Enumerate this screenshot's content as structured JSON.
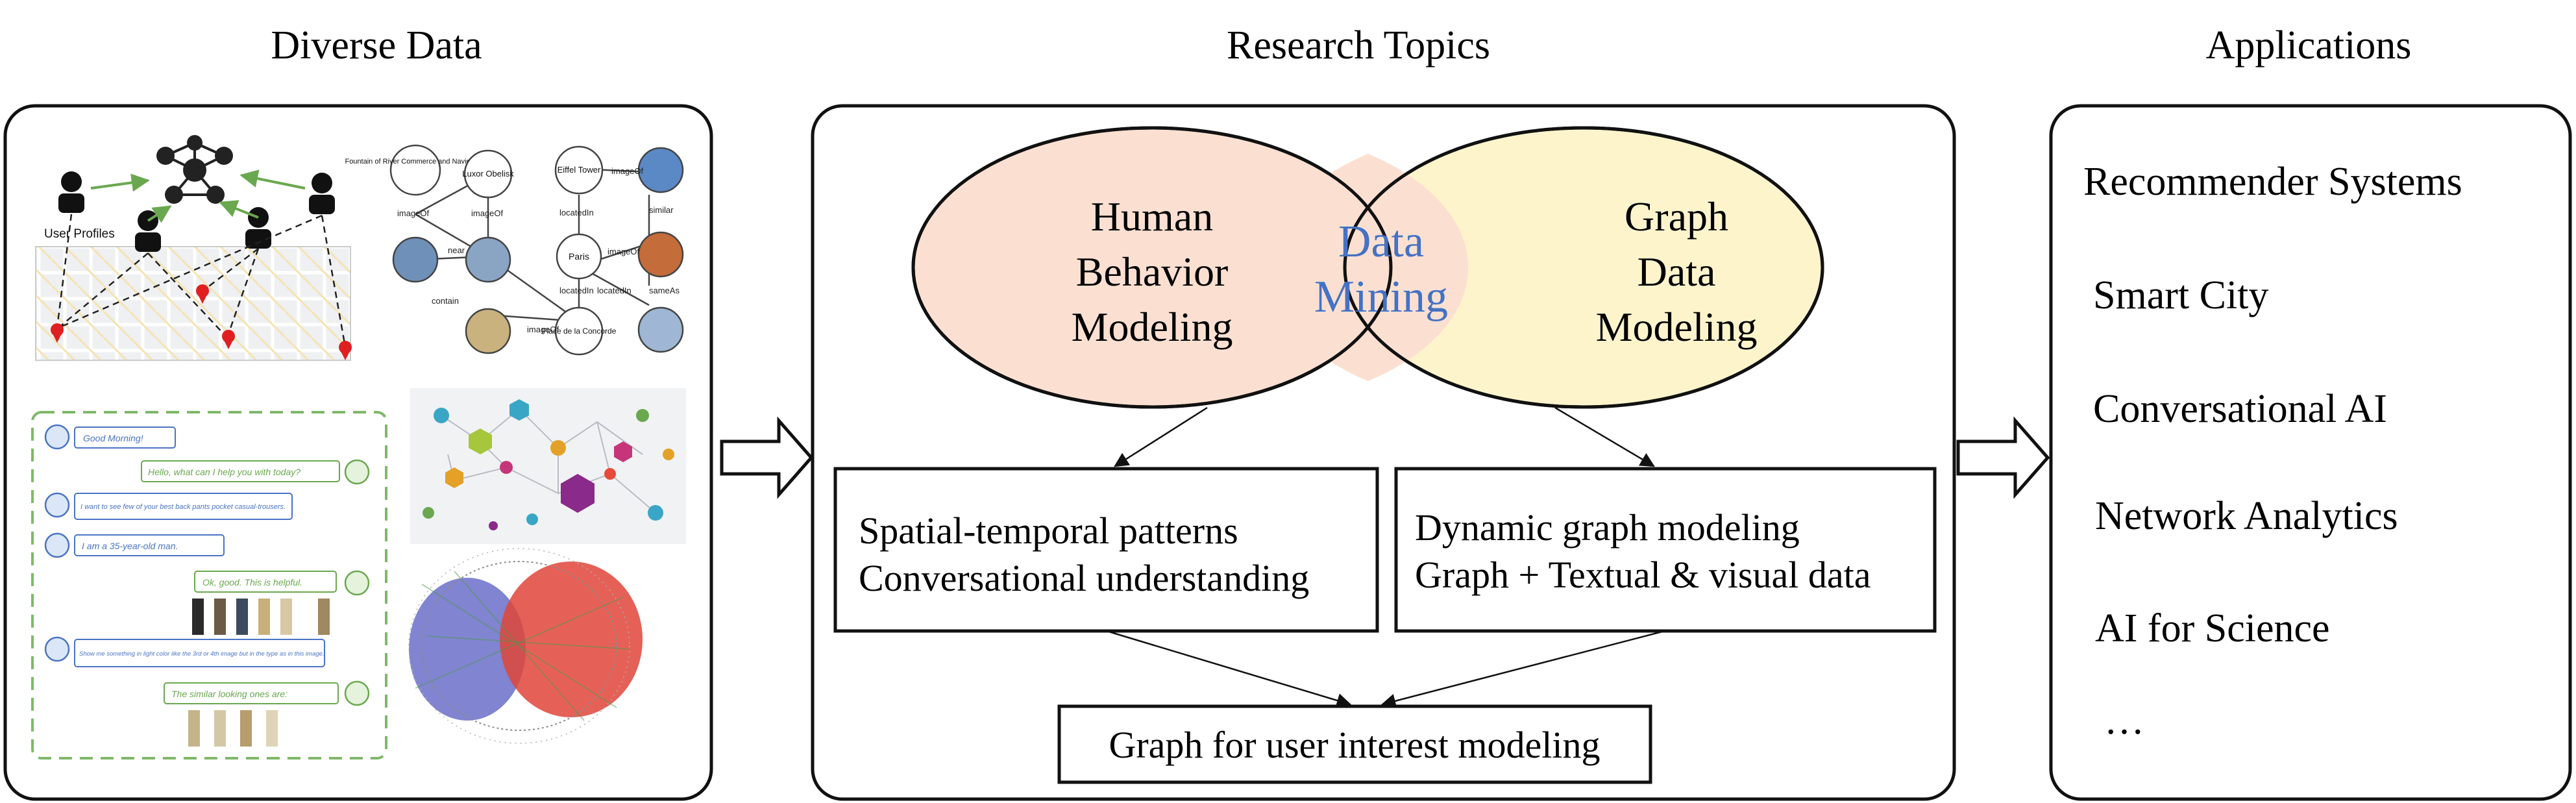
{
  "sections": {
    "left_title": "Diverse Data",
    "middle_title": "Research Topics",
    "right_title": "Applications"
  },
  "venn": {
    "left": [
      "Human",
      "Behavior",
      "Modeling"
    ],
    "center": [
      "Data",
      "Mining"
    ],
    "right": [
      "Graph",
      "Data",
      "Modeling"
    ]
  },
  "boxes": {
    "left": [
      "Spatial-temporal patterns",
      "Conversational understanding"
    ],
    "right": [
      "Dynamic graph modeling",
      "Graph + Textual & visual data"
    ],
    "bottom": "Graph for user interest modeling"
  },
  "applications": [
    "Recommender Systems",
    "Smart City",
    "Conversational AI",
    "Network Analytics",
    "AI for Science",
    "…"
  ],
  "map_panel": {
    "label": "User Profiles"
  },
  "kg_panel": {
    "nodes": [
      "Fountain of River Commerce and Navigation",
      "Luxor Obelisk",
      "Eiffel Tower",
      "Paris",
      "Place de la Concorde"
    ],
    "edges": [
      "imageOf",
      "imageOf",
      "imageOf",
      "imageOf",
      "imageOf",
      "near",
      "contain",
      "locatedIn",
      "locatedIn",
      "locatedIn",
      "similar",
      "sameAs"
    ]
  },
  "chat_panel": {
    "messages": [
      "Good Morning!",
      "Hello, what can I help you with today?",
      "I want to see few of your best back pants pocket casual-trousers.",
      "I am a 35-year-old man.",
      "Ok, good. This is helpful.",
      "Show me something in light color like the 3rd or 4th image but in the type as in this image.",
      "The similar looking ones are:"
    ]
  },
  "colors": {
    "venn_left_fill": "#fbe0d2",
    "venn_right_fill": "#fef4cc",
    "data_mining_text": "#4472c4",
    "chat_blue": "#4a74c4",
    "chat_green": "#6aa84f"
  }
}
